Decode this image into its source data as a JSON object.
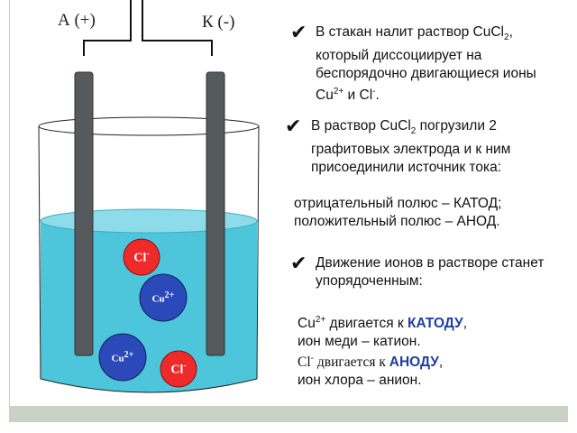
{
  "diagram": {
    "anode_label": "А (+)",
    "cathode_label": "К (-)",
    "ions": [
      {
        "name": "cl-ion-top",
        "label": "Cl",
        "sup": "-"
      },
      {
        "name": "cu-ion-mid",
        "label": "Cu",
        "sup": "2+"
      },
      {
        "name": "cu-ion-low",
        "label": "Cu",
        "sup": "2+"
      },
      {
        "name": "cl-ion-low",
        "label": "Cl",
        "sup": "-"
      }
    ],
    "colors": {
      "solution": "#4dc6dc",
      "electrode": "#555a5c",
      "cl_ion": "#ee2a2a",
      "cu_ion": "#2b49b8"
    }
  },
  "text": {
    "p1_a": "В стакан налит раствор CuCl",
    "p1_sub": "2",
    "p1_b": ", который диссоциирует на беспорядочно двигающиеся ионы Cu",
    "p1_sup1": "2+",
    "p1_c": " и Cl",
    "p1_sup2": "-",
    "p1_d": ".",
    "p2_a": "В раствор CuCl",
    "p2_sub": "2",
    "p2_b": " погрузили 2 графитовых электрода и к ним присоединили источник тока:",
    "p3_line1": "отрицательный полюс – КАТОД;",
    "p3_line2": "положительный полюс – АНОД.",
    "p4": "Движение ионов в растворе станет упорядоченным:",
    "p5_a": "Cu",
    "p5_sup": "2+",
    "p5_b": " двигается к ",
    "p5_target": "КАТОДУ",
    "p5_c": ",",
    "p5_line2": "ион меди – катион.",
    "p6_a": "Cl",
    "p6_sup": "-",
    "p6_b": " двигается  к ",
    "p6_target": "АНОДУ",
    "p6_c": ",",
    "p6_line2": "ион хлора – анион."
  }
}
